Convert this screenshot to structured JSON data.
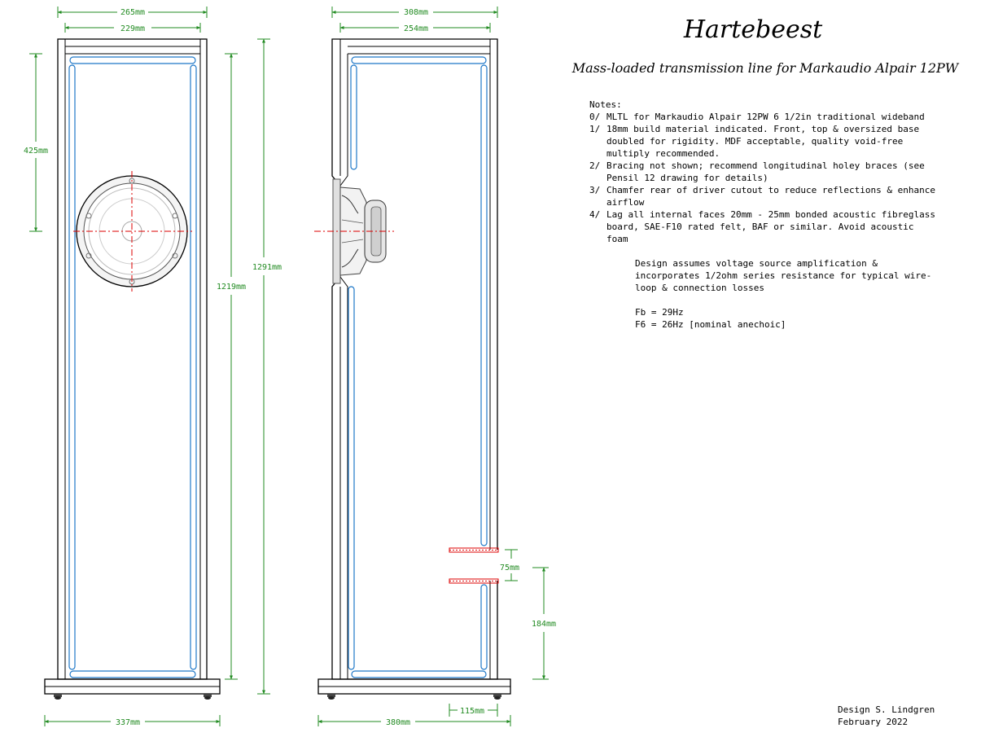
{
  "title": "Hartebeest",
  "subtitle": "Mass-loaded transmission line for Markaudio Alpair 12PW",
  "dimensions": {
    "front_outer_width": "265mm",
    "front_inner_width": "229mm",
    "driver_height": "425mm",
    "front_inner_height": "1219mm",
    "overall_height": "1291mm",
    "base_width_front": "337mm",
    "side_outer_depth": "308mm",
    "side_inner_depth": "254mm",
    "port_height": "75mm",
    "port_position": "184mm",
    "base_depth_side": "380mm",
    "port_depth": "115mm"
  },
  "notes": {
    "heading": "Notes:",
    "items": [
      {
        "num": "0/",
        "text": "MLTL for Markaudio Alpair 12PW 6 1/2in traditional wideband"
      },
      {
        "num": "1/",
        "text": "18mm build material indicated. Front, top & oversized base doubled for rigidity. MDF acceptable, quality void-free multiply recommended."
      },
      {
        "num": "2/",
        "text": "Bracing not shown; recommend longitudinal holey braces (see Pensil 12 drawing for details)"
      },
      {
        "num": "3/",
        "text": "Chamfer rear of driver cutout to reduce reflections & enhance airflow"
      },
      {
        "num": "4/",
        "text": "Lag all internal faces 20mm - 25mm bonded acoustic fibreglass board, SAE-F10 rated felt, BAF or similar. Avoid acoustic foam"
      }
    ],
    "design_assumption": "Design assumes voltage source amplification & incorporates 1/2ohm series resistance for typical wire-loop & connection losses",
    "fb": "Fb = 29Hz",
    "f6": "F6 = 26Hz [nominal anechoic]"
  },
  "credit": {
    "designer": "Design S. Lindgren",
    "date": "February 2022"
  }
}
